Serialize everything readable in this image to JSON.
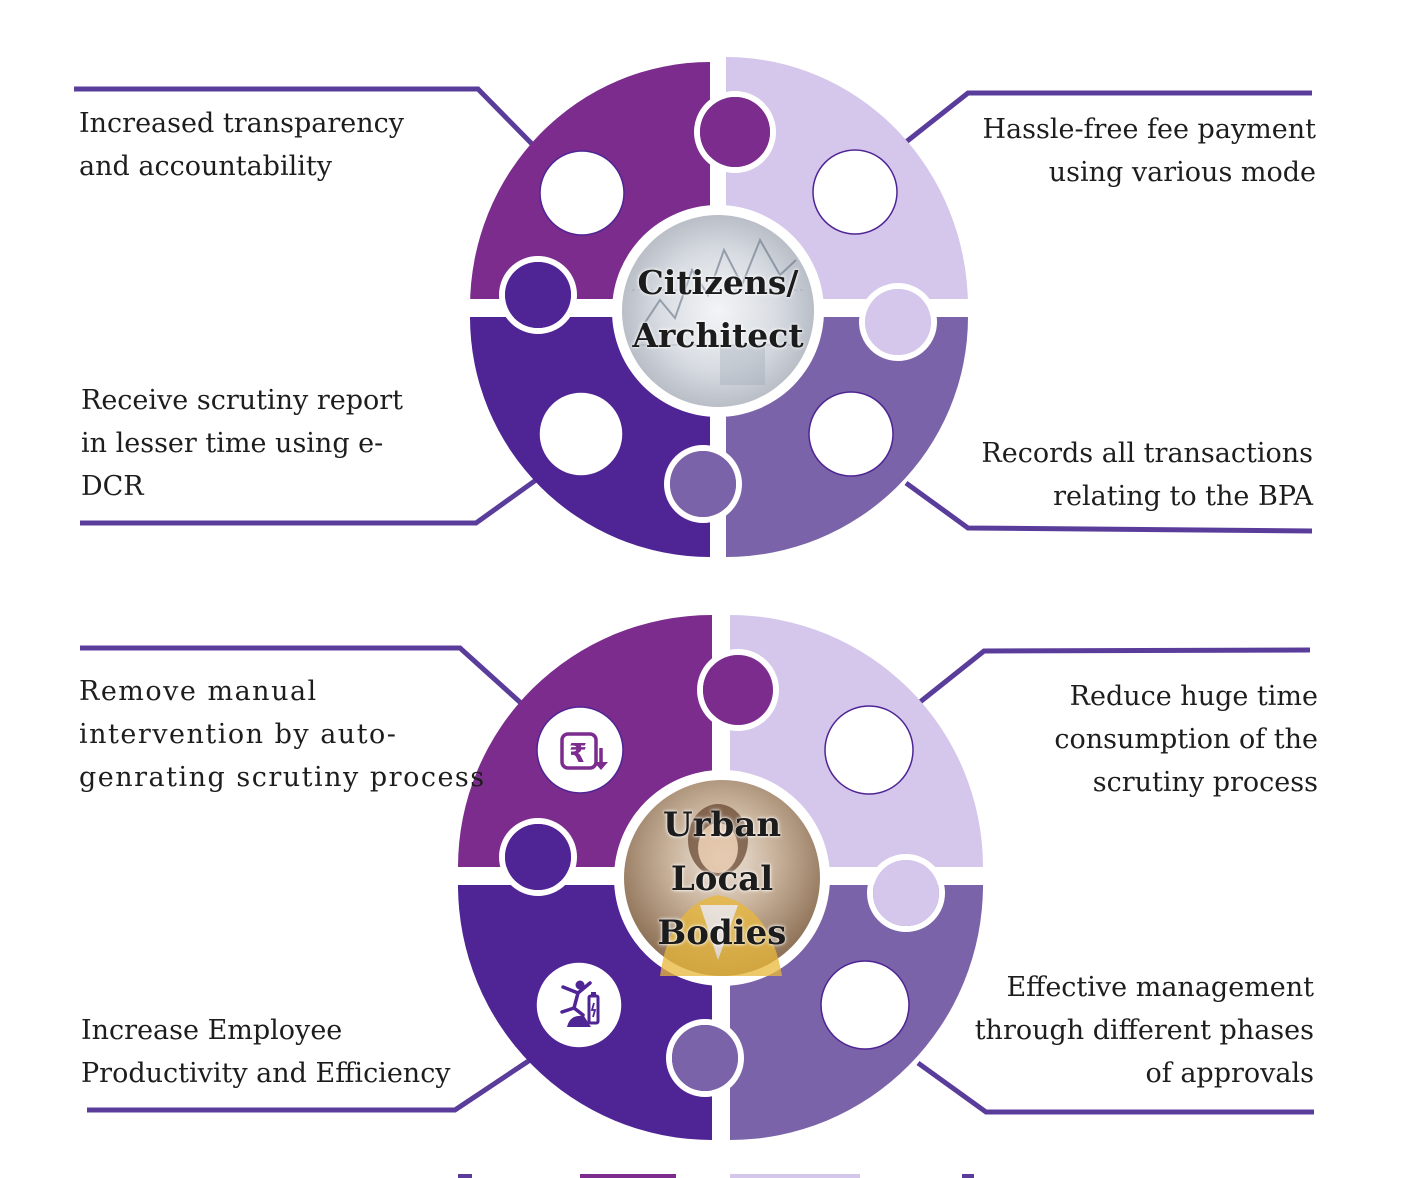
{
  "colors": {
    "piece_top_left": "#7b2c8d",
    "piece_top_right": "#d5c7eb",
    "piece_bottom_left": "#4f2494",
    "piece_bottom_right": "#7a63a8",
    "connector_line": "#5a3d9b",
    "hole_border": "#4f2494"
  },
  "diagram1": {
    "center_label": "Citizens/\nArchitect",
    "top_left": "Increased transparency\nand accountability",
    "top_right": "Hassle-free fee payment\nusing various mode",
    "bottom_left": "Receive scrutiny report\nin lesser time using e-\nDCR",
    "bottom_right": "Records all transactions\nrelating to the BPA"
  },
  "diagram2": {
    "center_label": "Urban\nLocal\nBodies",
    "top_left": "Remove manual\nintervention by auto-\ngenrating scrutiny process",
    "top_right": "Reduce huge time\nconsumption of the\nscrutiny process",
    "bottom_left": "Increase Employee\nProductivity and Efficiency",
    "bottom_right": "Effective management\nthrough different phases\nof approvals",
    "icons": {
      "top_left": "rupee-download-icon",
      "bottom_left": "productivity-person-icon"
    }
  }
}
